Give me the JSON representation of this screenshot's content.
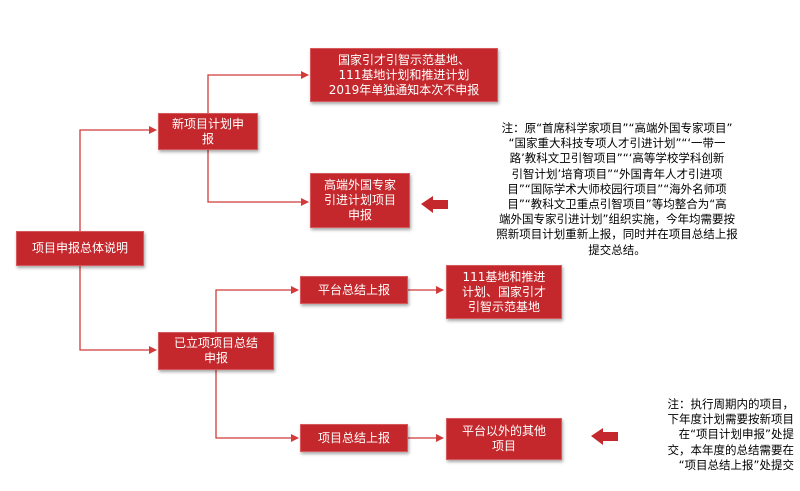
{
  "diagram": {
    "colors": {
      "box_fill": "#c4282c",
      "connector": "#d23a3a",
      "text": "#000000"
    },
    "nodes": {
      "root": "项目申报总体说明",
      "new_plan": "新项目计划申\n报",
      "base_notice": "国家引才引智示范基地、\n111基地计划和推进计划\n2019年单独通知本次不申报",
      "high_end": "高端外国专家\n引进计划项目\n申报",
      "completed": "已立项项目总结\n申报",
      "platform_summary": "平台总结上报",
      "base_111": "111基地和推进\n计划、国家引才\n引智示范基地",
      "project_summary": "项目总结上报",
      "other_projects": "平台以外的其他\n项目"
    },
    "notes": {
      "note1": "注：原“首席科学家项目”“高端外国专家项目”\n“国家重大科技专项人才引进计划”“‘一带一\n路’教科文卫引智项目”“‘高等学校学科创新\n引智计划’培育项目”“外国青年人才引进项\n目”“国际学术大师校园行项目”“海外名师项\n目”“教科文卫重点引智项目”等均整合为“高\n端外国专家引进计划”组织实施，今年均需要按\n照新项目计划重新上报，同时并在项目总结上报\n提交总结。",
      "note2": "注：执行周期内的项目，\n下年度计划需要按新项目\n在“项目计划申报”处提\n交，本年度的总结需要在\n“项目总结上报”处提交"
    }
  }
}
